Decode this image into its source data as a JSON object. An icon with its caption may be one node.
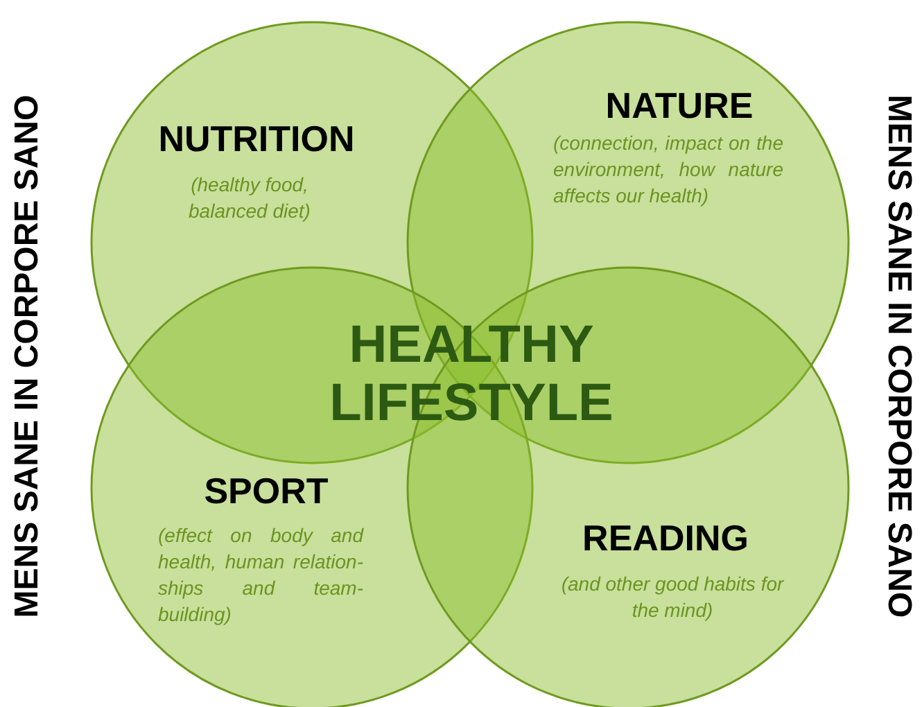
{
  "diagram": {
    "nodes": [
      {
        "text": [
          "NUTRITION",
          "(healthy food, balanced diet)"
        ]
      },
      {
        "text": [
          "NATURE",
          "(connection, impact on the environment, how nature affects our health)"
        ]
      },
      {
        "text": [
          "SPORT",
          "(effect on body and health, human relation-ships and team-building)"
        ]
      },
      {
        "text": [
          "READING",
          "(and other good habits for the mind)"
        ]
      }
    ],
    "labels": [
      "MENS SANE IN CORPORE SANO",
      "HEALTHY LIFESTYLE",
      "MENS SANE IN CORPORE SANO"
    ]
  }
}
